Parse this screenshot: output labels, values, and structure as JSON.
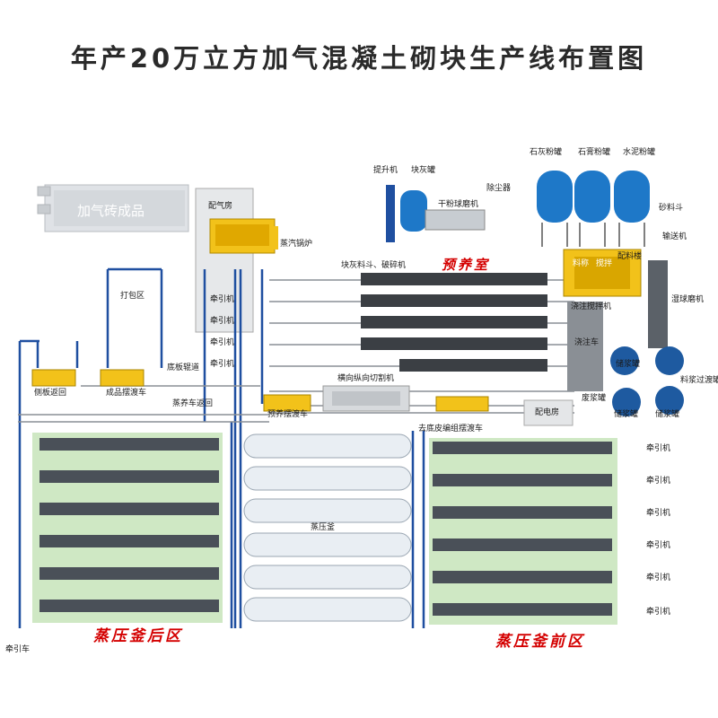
{
  "title": "年产20万立方加气混凝土砌块生产线布置图",
  "colors": {
    "blue": "#1f4fa0",
    "green_zone": "#cfe8c4",
    "yellow": "#f2c21a",
    "silo": "#1e78c8",
    "dark_block": "#3b3f44",
    "rail": "#8a8f95",
    "red": "#d40000"
  },
  "labels": {
    "product": "加气砖成品",
    "gas_room": "配气房",
    "boiler": "蒸汽锅炉",
    "hoist": "提升机",
    "lime_bin": "块灰罐",
    "dry_mill": "干粉球磨机",
    "dust": "除尘器",
    "limestone_silo": "石灰粉罐",
    "gypsum_silo": "石膏粉罐",
    "cement_silo": "水泥粉罐",
    "sand_hopper": "砂料斗",
    "conveyor": "输送机",
    "lime_crusher": "块灰料斗、破碎机",
    "precure_room": "预养室",
    "batching": "料称",
    "mixing": "搅拌",
    "batching_floor": "配料楼",
    "pouring": "浇注搅拌机",
    "wet_mill": "湿球磨机",
    "pour_car": "浇注车",
    "slurry_tank": "储浆罐",
    "slurry_transfer": "料浆过渡罐",
    "waste_slurry": "废浆罐",
    "storage1": "储浆罐",
    "storage2": "储浆罐",
    "packing": "打包区",
    "tractor": "牵引机",
    "bottom_rail": "底板辊道",
    "cutter": "横向纵向切割机",
    "side_return": "侧板返回",
    "product_ferry": "成品摆渡车",
    "cure_car_return": "蒸养车返回",
    "precure_ferry": "预养摆渡车",
    "power_room": "配电房",
    "grouping_ferry": "去底皮编组摆渡车",
    "autoclave": "蒸压釜",
    "zone_back": "蒸压釜后区",
    "zone_front": "蒸压釜前区",
    "tractor_car": "牵引车"
  }
}
